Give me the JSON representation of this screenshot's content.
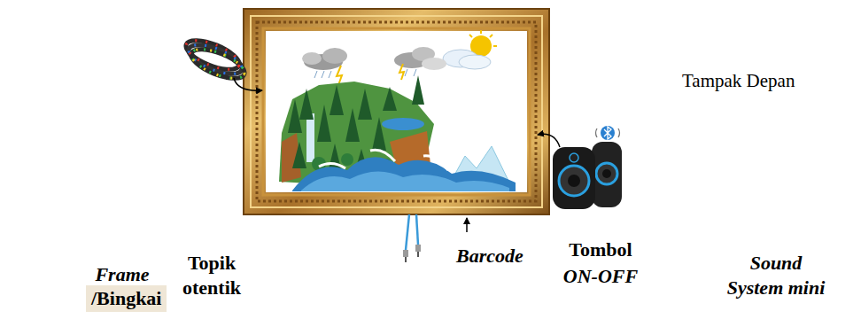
{
  "diagram": {
    "labels": [
      "Tampak Depan",
      "Frame",
      "/Bingkai",
      "Topik otentik",
      "Barcode",
      "Tombol",
      "ON-OFF",
      "Sound System mini"
    ]
  }
}
